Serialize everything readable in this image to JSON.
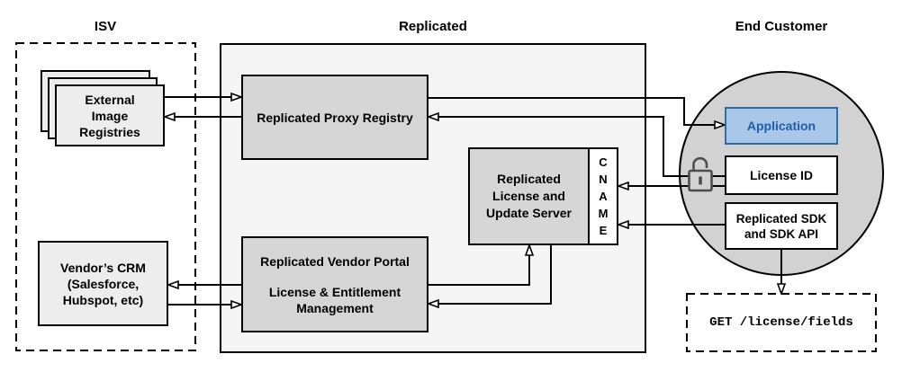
{
  "sections": {
    "isv": {
      "label": "ISV"
    },
    "replicated": {
      "label": "Replicated"
    },
    "end_customer": {
      "label": "End Customer"
    }
  },
  "nodes": {
    "external_image_registries": {
      "lines": [
        "External",
        "Image",
        "Registries"
      ]
    },
    "vendors_crm": {
      "lines": [
        "Vendor’s CRM",
        "(Salesforce,",
        "Hubspot, etc)"
      ]
    },
    "replicated_proxy_registry": {
      "label": "Replicated Proxy Registry"
    },
    "replicated_vendor_portal": {
      "title": "Replicated Vendor Portal",
      "subtitle_lines": [
        "License & Entitlement",
        "Management"
      ]
    },
    "replicated_license_update_server": {
      "lines": [
        "Replicated",
        "License and",
        "Update Server"
      ]
    },
    "cname": {
      "letters": [
        "C",
        "N",
        "A",
        "M",
        "E"
      ]
    },
    "application": {
      "label": "Application"
    },
    "license_id": {
      "label": "License ID"
    },
    "replicated_sdk": {
      "lines": [
        "Replicated SDK",
        "and SDK API"
      ]
    },
    "api_request": {
      "label": "GET /license/fields"
    }
  },
  "icons": {
    "padlock": "unlocked-padlock-icon"
  },
  "edges": [
    {
      "from": "external-image-registries",
      "to": "replicated-proxy-registry"
    },
    {
      "from": "replicated-proxy-registry",
      "to": "external-image-registries"
    },
    {
      "from": "replicated-proxy-registry",
      "to": "application"
    },
    {
      "from": "license-id",
      "to": "replicated-proxy-registry"
    },
    {
      "from": "license-id",
      "to": "cname"
    },
    {
      "from": "replicated-sdk",
      "to": "cname"
    },
    {
      "from": "replicated-vendor-portal",
      "to": "replicated-license-update-server"
    },
    {
      "from": "replicated-license-update-server",
      "to": "replicated-vendor-portal"
    },
    {
      "from": "replicated-vendor-portal",
      "to": "vendors-crm"
    },
    {
      "from": "vendors-crm",
      "to": "replicated-vendor-portal"
    },
    {
      "from": "replicated-sdk",
      "to": "api-request"
    }
  ],
  "colors": {
    "application_fill": "#a9c7e9",
    "application_border": "#2e6da4",
    "application_text": "#1f5fa8",
    "container_fill": "#f5f5f5",
    "node_fill": "#d6d6d6",
    "stack_fill": "#ededed",
    "circle_fill": "#d2d2d2",
    "line": "#000000",
    "padlock": "#4d4d4d"
  }
}
